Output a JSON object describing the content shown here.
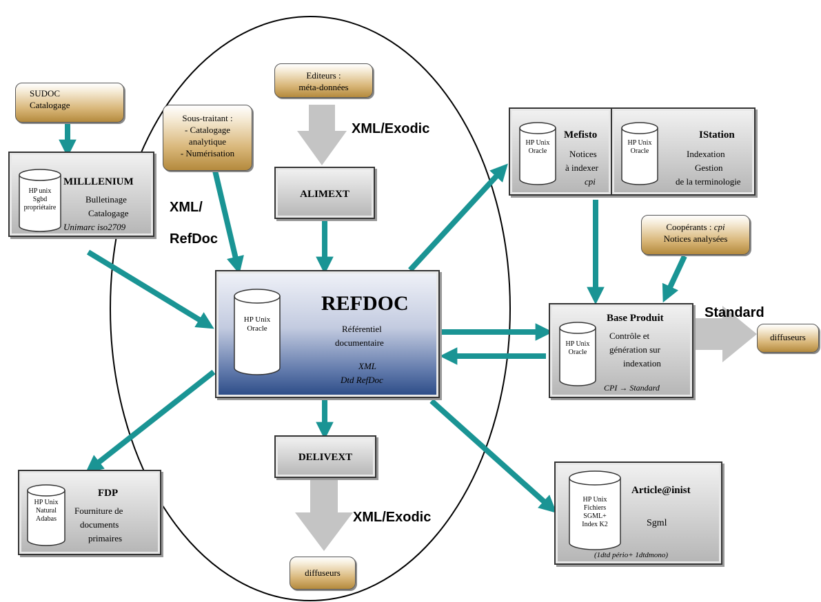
{
  "flow_labels": {
    "xml_exodic_top": "XML/Exodic",
    "xml_refdoc_1": "XML/",
    "xml_refdoc_2": "RefDoc",
    "standard": "Standard",
    "xml_exodic_bottom": "XML/Exodic"
  },
  "sources": {
    "sudoc": {
      "line1": "SUDOC",
      "line2": "Catalogage"
    },
    "editeurs": {
      "line1": "Editeurs :",
      "line2": "méta-données"
    },
    "sous_traitant": {
      "line1": "Sous-traitant :",
      "line2": "- Catalogage",
      "line3": "analytique",
      "line4": "- Numérisation"
    },
    "cooperants": {
      "line1_prefix": "Coopérants : ",
      "line1_ital": "cpi",
      "line2": "Notices analysées"
    },
    "diffuseurs_right": "diffuseurs",
    "diffuseurs_bottom": "diffuseurs"
  },
  "systems": {
    "millenium": {
      "title": "MILLLENIUM",
      "line1": "Bulletinage",
      "line2": "Catalogage",
      "line3": "Unimarc iso2709",
      "db": [
        "HP unix",
        "Sgbd",
        "propriétaire"
      ]
    },
    "alimext": {
      "title": "ALIMEXT"
    },
    "mefisto": {
      "title": "Mefisto",
      "line1": "Notices",
      "line2": "à indexer",
      "line3": "cpi",
      "db": [
        "HP Unix",
        "Oracle"
      ]
    },
    "istation": {
      "title": "IStation",
      "line1": "Indexation",
      "line2": "Gestion",
      "line3": "de la terminologie",
      "db": [
        "HP Unix",
        "Oracle"
      ]
    },
    "refdoc": {
      "title": "REFDOC",
      "line1": "Référentiel",
      "line2": "documentaire",
      "line3": "XML",
      "line4": "Dtd RefDoc",
      "db": [
        "HP Unix",
        "Oracle"
      ]
    },
    "base_produit": {
      "title": "Base Produit",
      "line1": "Contrôle et",
      "line2": "génération sur",
      "line3": "indexation",
      "line4": "CPI → Standard",
      "db": [
        "HP Unix",
        "Oracle"
      ]
    },
    "delivext": {
      "title": "DELIVEXT"
    },
    "fdp": {
      "title": "FDP",
      "line1": "Fourniture de",
      "line2": "documents",
      "line3": "primaires",
      "db": [
        "HP Unix",
        "Natural",
        "Adabas"
      ]
    },
    "article": {
      "title": "Article@inist",
      "line1": "Sgml",
      "line2": "(1dtd pério+ 1dtdmono)",
      "db": [
        "HP Unix",
        "Fichiers",
        "SGML+",
        "Index K2"
      ]
    }
  },
  "colors": {
    "arrow_teal": "#1a9494",
    "arrow_grey": "#c4c4c4",
    "refdoc_dark": "#2a4a86",
    "pill_gold": "#c9a255"
  }
}
